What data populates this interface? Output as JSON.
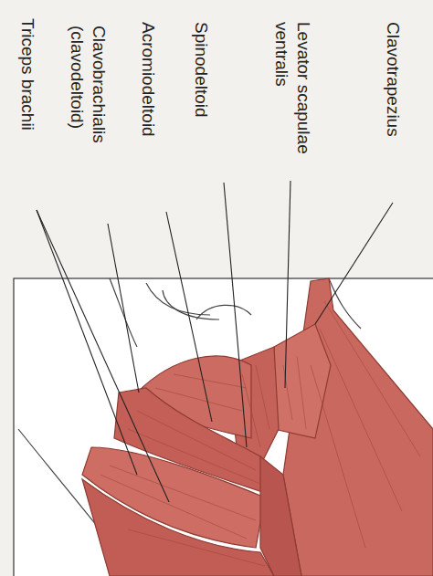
{
  "diagram": {
    "labels": [
      "Triceps brachii",
      "Clavobrachialis (clavodeltoid)",
      "Acromiodeltoid",
      "Spinodeltoid",
      "Levator scapulae ventralis",
      "Clavotrapezius"
    ]
  }
}
